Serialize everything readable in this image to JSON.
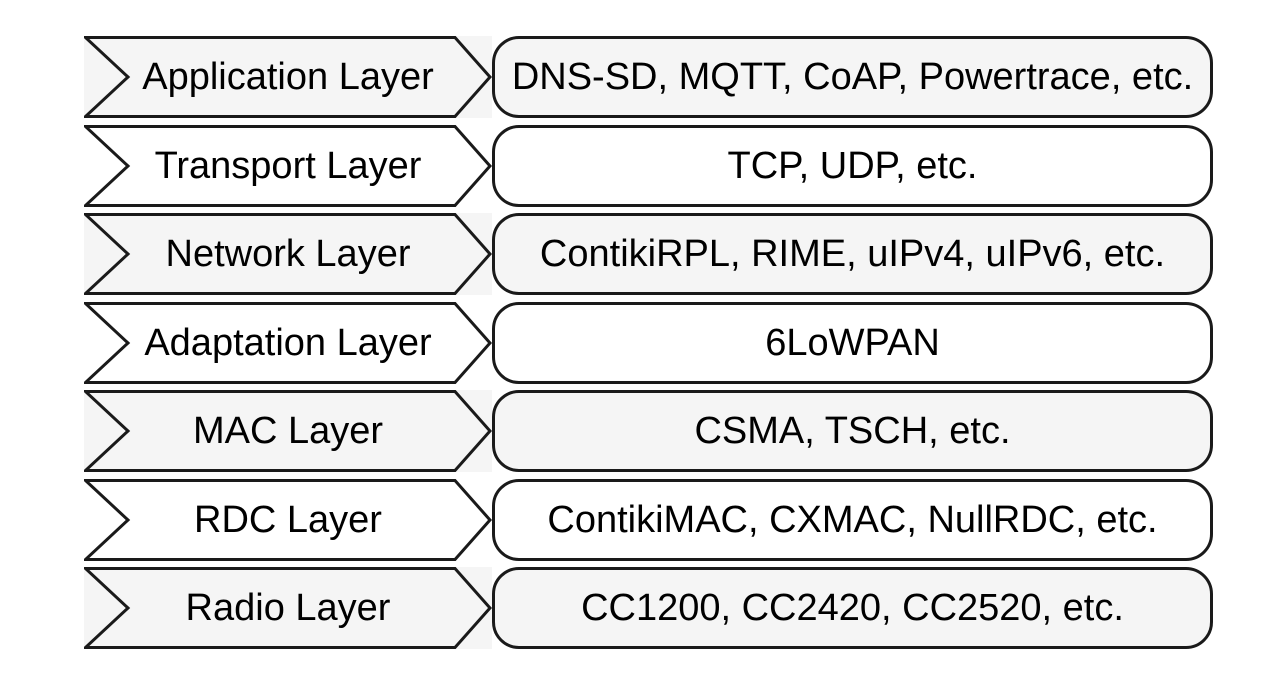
{
  "diagram": {
    "type": "layered-network-stack",
    "layers": [
      {
        "name": "Application Layer",
        "protocols": "DNS-SD, MQTT, CoAP, Powertrace, etc."
      },
      {
        "name": "Transport Layer",
        "protocols": "TCP, UDP, etc."
      },
      {
        "name": "Network Layer",
        "protocols": "ContikiRPL, RIME, uIPv4, uIPv6, etc."
      },
      {
        "name": "Adaptation Layer",
        "protocols": "6LoWPAN"
      },
      {
        "name": "MAC Layer",
        "protocols": "CSMA, TSCH, etc."
      },
      {
        "name": "RDC Layer",
        "protocols": "ContikiMAC, CXMAC, NullRDC, etc."
      },
      {
        "name": "Radio Layer",
        "protocols": "CC1200, CC2420, CC2520, etc."
      }
    ],
    "colors": {
      "fill_shaded": "#f5f5f5",
      "fill_plain": "#ffffff",
      "stroke": "#1a1a1a",
      "text": "#000000",
      "background": "#ffffff"
    }
  }
}
